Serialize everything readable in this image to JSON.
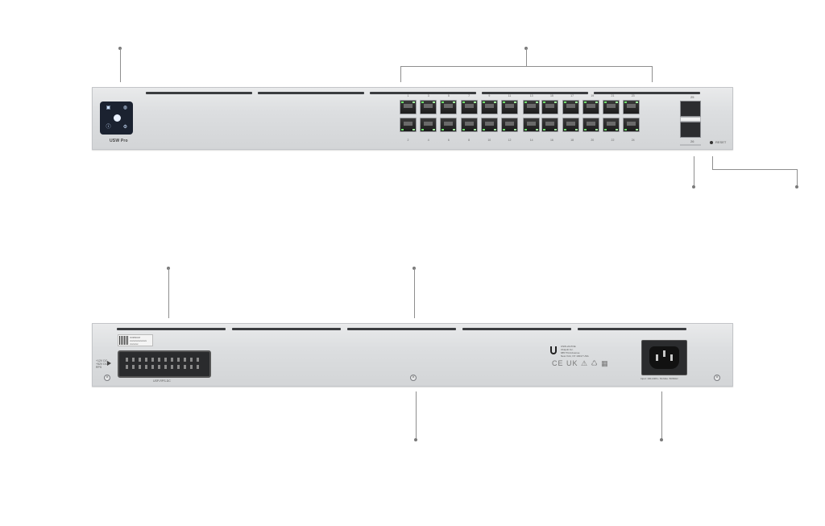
{
  "front": {
    "model_label": "USW Pro",
    "reset_label": "RESET",
    "port_numbers_top": [
      "1",
      "3",
      "5",
      "7",
      "9",
      "11",
      "13",
      "15",
      "17",
      "19",
      "21",
      "23"
    ],
    "port_numbers_bottom": [
      "2",
      "4",
      "6",
      "8",
      "10",
      "12",
      "14",
      "16",
      "18",
      "20",
      "22",
      "24"
    ],
    "sfp_top": "25",
    "sfp_bottom": "26"
  },
  "rear": {
    "label_text": [
      "ICIDNUM",
      "xxxxxxxxxxxxxx",
      "xxxxxxx"
    ],
    "rps_label": "USP-RPS-DC",
    "left_tag": [
      "+12V DC",
      "+52V DC",
      "RPS"
    ],
    "brand_lines": [
      "USW-24-POE",
      "Ubiquiti Inc.",
      "685 Third Avenue",
      "New York, NY 10017 USA"
    ],
    "cert_marks": "CE UK ⚠ ♺ ▦",
    "power_label": "Input: 100-240V~ 5A Max. 50/60Hz"
  },
  "colors": {
    "led_green": "#6de36a",
    "touch_bg": "#1b2230",
    "line": "#8e8e8e"
  },
  "icons": [
    "network-icon",
    "ubiquiti-logo-icon",
    "info-icon",
    "settings-icon",
    "power-icon"
  ]
}
